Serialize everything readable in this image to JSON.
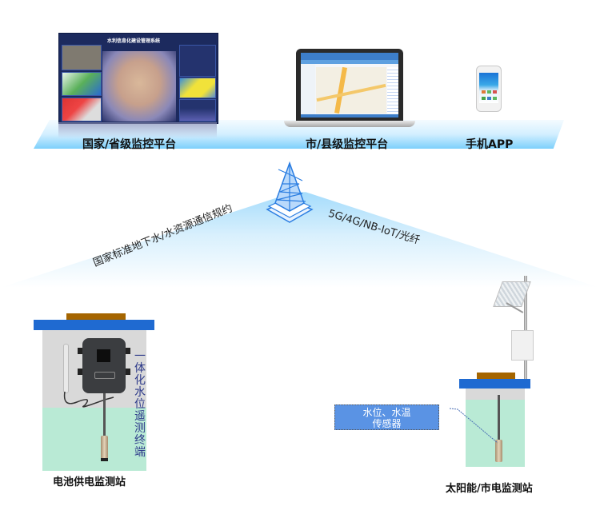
{
  "platforms": {
    "national": {
      "label": "国家/省级监控平台",
      "screen_title": "水利信息化建设管理系统"
    },
    "city": {
      "label": "市/县级监控平台"
    },
    "mobile": {
      "label": "手机APP"
    }
  },
  "network": {
    "tower_icon": "signal-tower-icon",
    "left_protocol": "国家标准地下水/水资源通信规约",
    "right_protocol": "5G/4G/NB-IoT/光纤"
  },
  "stations": {
    "battery": {
      "label": "电池供电监测站",
      "device_label": "一体化水位遥测终端",
      "device_chars": [
        "一",
        "体",
        "化",
        "水",
        "位",
        "遥",
        "测",
        "终",
        "端"
      ]
    },
    "solar": {
      "label": "太阳能/市电监测站",
      "sensor_callout_line1": "水位、水温",
      "sensor_callout_line2": "传感器"
    }
  },
  "colors": {
    "well_lid": "#1f6ad1",
    "well_cap": "#a56500",
    "water": "#b9ead5",
    "air": "#d9d9d9",
    "callout": "#5a93e4",
    "band": "#7dd0fb",
    "vertical_text": "#2d3a8a"
  }
}
